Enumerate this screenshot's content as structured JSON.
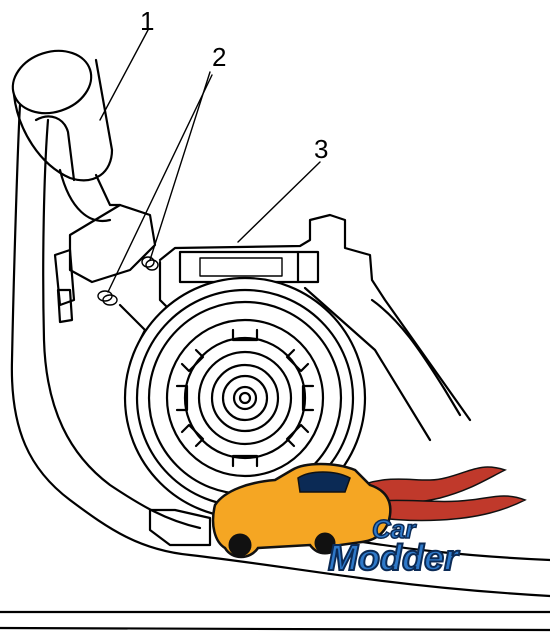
{
  "callouts": [
    {
      "id": "1",
      "label": "1"
    },
    {
      "id": "2",
      "label": "2"
    },
    {
      "id": "3",
      "label": "3"
    }
  ],
  "watermark": {
    "text_top": "Car",
    "text_bottom": "Modder",
    "colors": {
      "car_body": "#f5a623",
      "car_outline": "#111111",
      "flames": "#c0392b",
      "text_fill": "#2f79c9",
      "text_outline": "#0b2a55"
    }
  }
}
